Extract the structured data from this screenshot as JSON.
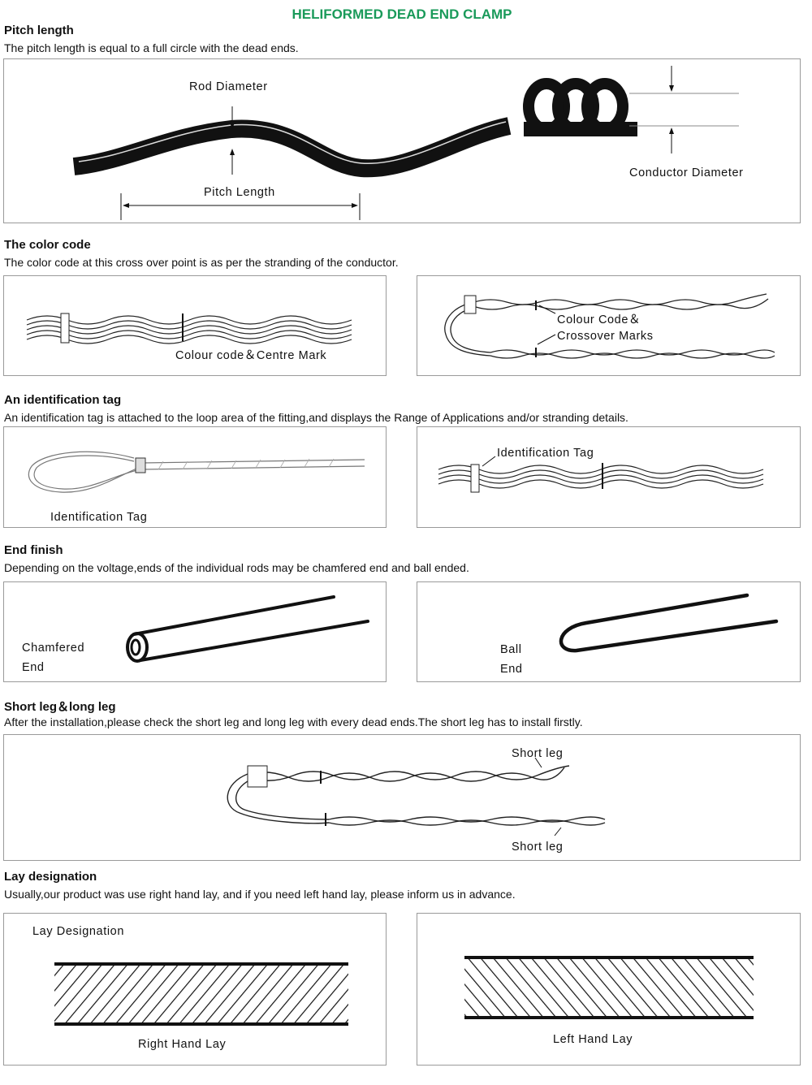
{
  "title": "HELIFORMED DEAD END CLAMP",
  "sections": {
    "pitch": {
      "heading": "Pitch length",
      "desc": "The pitch length is equal to a full circle with the dead ends.",
      "labels": {
        "rod_diameter": "Rod Diameter",
        "pitch_length": "Pitch Length",
        "conductor_diameter": "Conductor Diameter"
      }
    },
    "color_code": {
      "heading": "The color code",
      "desc": "The color code at this cross over point is as per the stranding of the conductor.",
      "labels": {
        "left": "Colour code＆Centre Mark",
        "right_1": "Colour Code＆",
        "right_2": "Crossover Marks"
      }
    },
    "id_tag": {
      "heading": "An identification tag",
      "desc": "An identification tag is attached to the loop area of the fitting,and displays the Range of Applications and/or stranding details.",
      "labels": {
        "left": "Identification Tag",
        "right": "Identification Tag"
      }
    },
    "end_finish": {
      "heading": "End finish",
      "desc": "Depending on the voltage,ends of the individual rods may be chamfered end and ball ended.",
      "labels": {
        "left_1": "Chamfered",
        "left_2": "End",
        "right_1": "Ball",
        "right_2": "End"
      }
    },
    "legs": {
      "heading": "Short leg＆long leg",
      "desc": "After the installation,please check the short leg and long leg with every dead ends.The short leg has to install firstly.",
      "labels": {
        "top": "Short leg",
        "bottom": "Short leg"
      }
    },
    "lay": {
      "heading": "Lay designation",
      "desc": "Usually,our product was use right hand lay, and if you need left hand lay, please inform us in advance.",
      "labels": {
        "box_title": "Lay Designation",
        "right_hand": "Right Hand Lay",
        "left_hand": "Left Hand Lay"
      }
    }
  }
}
